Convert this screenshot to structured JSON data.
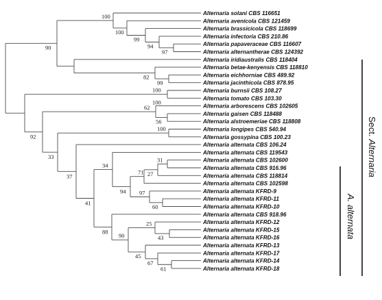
{
  "leaves": [
    {
      "id": "l1",
      "label": "Alternaria solani CBS 116651"
    },
    {
      "id": "l2",
      "label": "Alternaria avenicola CBS 121459"
    },
    {
      "id": "l3",
      "label": "Alternaria brassicicola CBS 118699"
    },
    {
      "id": "l4",
      "label": "Alternaria infectoria CBS 210.86"
    },
    {
      "id": "l5",
      "label": "Alternaria papaveraceae CBS 116607"
    },
    {
      "id": "l6",
      "label": "Alternaria alternantherae CBS 124392"
    },
    {
      "id": "l7",
      "label": "Alternaria iridiaustralis CBS 118404"
    },
    {
      "id": "l8",
      "label": "Alternaria betae-kenyensis CBS 118810"
    },
    {
      "id": "l9",
      "label": "Alternaria eichhorniae CBS 489.92"
    },
    {
      "id": "l10",
      "label": "Alternaria jacinthicola CBS 878.95"
    },
    {
      "id": "l11",
      "label": "Alternaria burnsii CBS 108.27"
    },
    {
      "id": "l12",
      "label": "Alternaria tomato CBS 103.30"
    },
    {
      "id": "l13",
      "label": "Alternaria arborescens CBS 102605"
    },
    {
      "id": "l14",
      "label": "Alternaria gaisen CBS 118488"
    },
    {
      "id": "l15",
      "label": "Alternaria alstroemeriae CBS 118808"
    },
    {
      "id": "l16",
      "label": "Alternaria longipes CBS 540.94"
    },
    {
      "id": "l17",
      "label": "Alternaria gossypina CBS 100.23"
    },
    {
      "id": "l18",
      "label": "Alternaria alternata CBS 106.24"
    },
    {
      "id": "l19",
      "label": "Alternaria alternata CBS 119543"
    },
    {
      "id": "l20",
      "label": "Alternaria alternata CBS 102600"
    },
    {
      "id": "l21",
      "label": "Alternaria alternata CBS 916.96"
    },
    {
      "id": "l22",
      "label": "Alternaria alternata CBS 118814"
    },
    {
      "id": "l23",
      "label": "Alternaria alternata CBS 102598"
    },
    {
      "id": "l24",
      "label": "Alternaria alternata KFRD-9"
    },
    {
      "id": "l25",
      "label": "Alternaria alternata KFRD-11"
    },
    {
      "id": "l26",
      "label": "Alternaria alternata KFRD-10"
    },
    {
      "id": "l27",
      "label": "Alternaria alternata CBS 918.96"
    },
    {
      "id": "l28",
      "label": "Alternaria alternata KFRD-12"
    },
    {
      "id": "l29",
      "label": "Alternaria alternata KFRD-15"
    },
    {
      "id": "l30",
      "label": "Alternaria alternata KFRD-16"
    },
    {
      "id": "l31",
      "label": "Alternaria alternata KFRD-13"
    },
    {
      "id": "l32",
      "label": "Alternaria alternata KFRD-17"
    },
    {
      "id": "l33",
      "label": "Alternaria alternata KFRD-14"
    },
    {
      "id": "l34",
      "label": "Alternaria alternata KFRD-18"
    }
  ],
  "nodes": [
    {
      "id": "n1",
      "support": "100",
      "children": [
        "n1a",
        "l1"
      ]
    },
    {
      "id": "n1a",
      "support": "100",
      "children": [
        "l2",
        "n1b"
      ]
    },
    {
      "id": "n1b",
      "support": "99",
      "children": [
        "l3",
        "n1c"
      ]
    },
    {
      "id": "n1c",
      "support": "94",
      "children": [
        "l4",
        "n1d"
      ]
    },
    {
      "id": "n1d",
      "support": "97",
      "children": [
        "l5",
        "l6"
      ]
    },
    {
      "id": "n2",
      "support": "90",
      "children": [
        "n1",
        "n3"
      ]
    },
    {
      "id": "n3",
      "support": "",
      "children": [
        "l7",
        "n4"
      ]
    },
    {
      "id": "n4",
      "support": "82",
      "children": [
        "l8",
        "n5"
      ]
    },
    {
      "id": "n5",
      "support": "99",
      "children": [
        "l9",
        "l10"
      ]
    },
    {
      "id": "n6",
      "support": "100",
      "children": [
        "n7",
        "l11"
      ]
    },
    {
      "id": "n7",
      "support": "100",
      "children": [
        "l11b",
        "l12"
      ]
    },
    {
      "id": "n8",
      "support": "62",
      "children": [
        "l13",
        "n9"
      ]
    },
    {
      "id": "n9",
      "support": "56",
      "children": [
        "l14",
        "l15"
      ]
    },
    {
      "id": "n10",
      "support": "100",
      "children": [
        "l16",
        "l17"
      ]
    },
    {
      "id": "n11",
      "support": "92",
      "children": [
        "n8",
        "n12"
      ]
    },
    {
      "id": "n12",
      "support": "33",
      "children": [
        "n10",
        "n13"
      ]
    },
    {
      "id": "n13",
      "support": "37",
      "children": [
        "l18",
        "n14"
      ]
    },
    {
      "id": "n14",
      "support": "41",
      "children": [
        "n15",
        "n20"
      ]
    },
    {
      "id": "n15",
      "support": "34",
      "children": [
        "l19",
        "n16"
      ]
    },
    {
      "id": "n16",
      "support": "94",
      "children": [
        "n17",
        "n19"
      ]
    },
    {
      "id": "n17",
      "support": "71",
      "children": [
        "n18",
        "l23"
      ]
    },
    {
      "id": "n18",
      "support": "27",
      "children": [
        "n18b",
        "l22"
      ]
    },
    {
      "id": "n18b",
      "support": "31",
      "children": [
        "l20",
        "l21"
      ]
    },
    {
      "id": "n19",
      "support": "97",
      "children": [
        "l24",
        "n19b"
      ]
    },
    {
      "id": "n19b",
      "support": "60",
      "children": [
        "l25",
        "l26"
      ]
    },
    {
      "id": "n20",
      "support": "88",
      "children": [
        "l27",
        "n21"
      ]
    },
    {
      "id": "n21",
      "support": "90",
      "children": [
        "n22",
        "n23"
      ]
    },
    {
      "id": "n22",
      "support": "25",
      "children": [
        "l28",
        "n22b"
      ]
    },
    {
      "id": "n22b",
      "support": "43",
      "children": [
        "l29",
        "l30"
      ]
    },
    {
      "id": "n23",
      "support": "45",
      "children": [
        "l31",
        "n24"
      ]
    },
    {
      "id": "n24",
      "support": "67",
      "children": [
        "l32",
        "n24b"
      ]
    },
    {
      "id": "n24b",
      "support": "61",
      "children": [
        "l33",
        "l34"
      ]
    }
  ],
  "clades": {
    "sect": {
      "prefix": "Sect. ",
      "name": "Alternaria"
    },
    "species": {
      "name": "A. alternata"
    }
  },
  "style": {
    "branch_color": "#4a4a4a",
    "text_color": "#111111"
  }
}
